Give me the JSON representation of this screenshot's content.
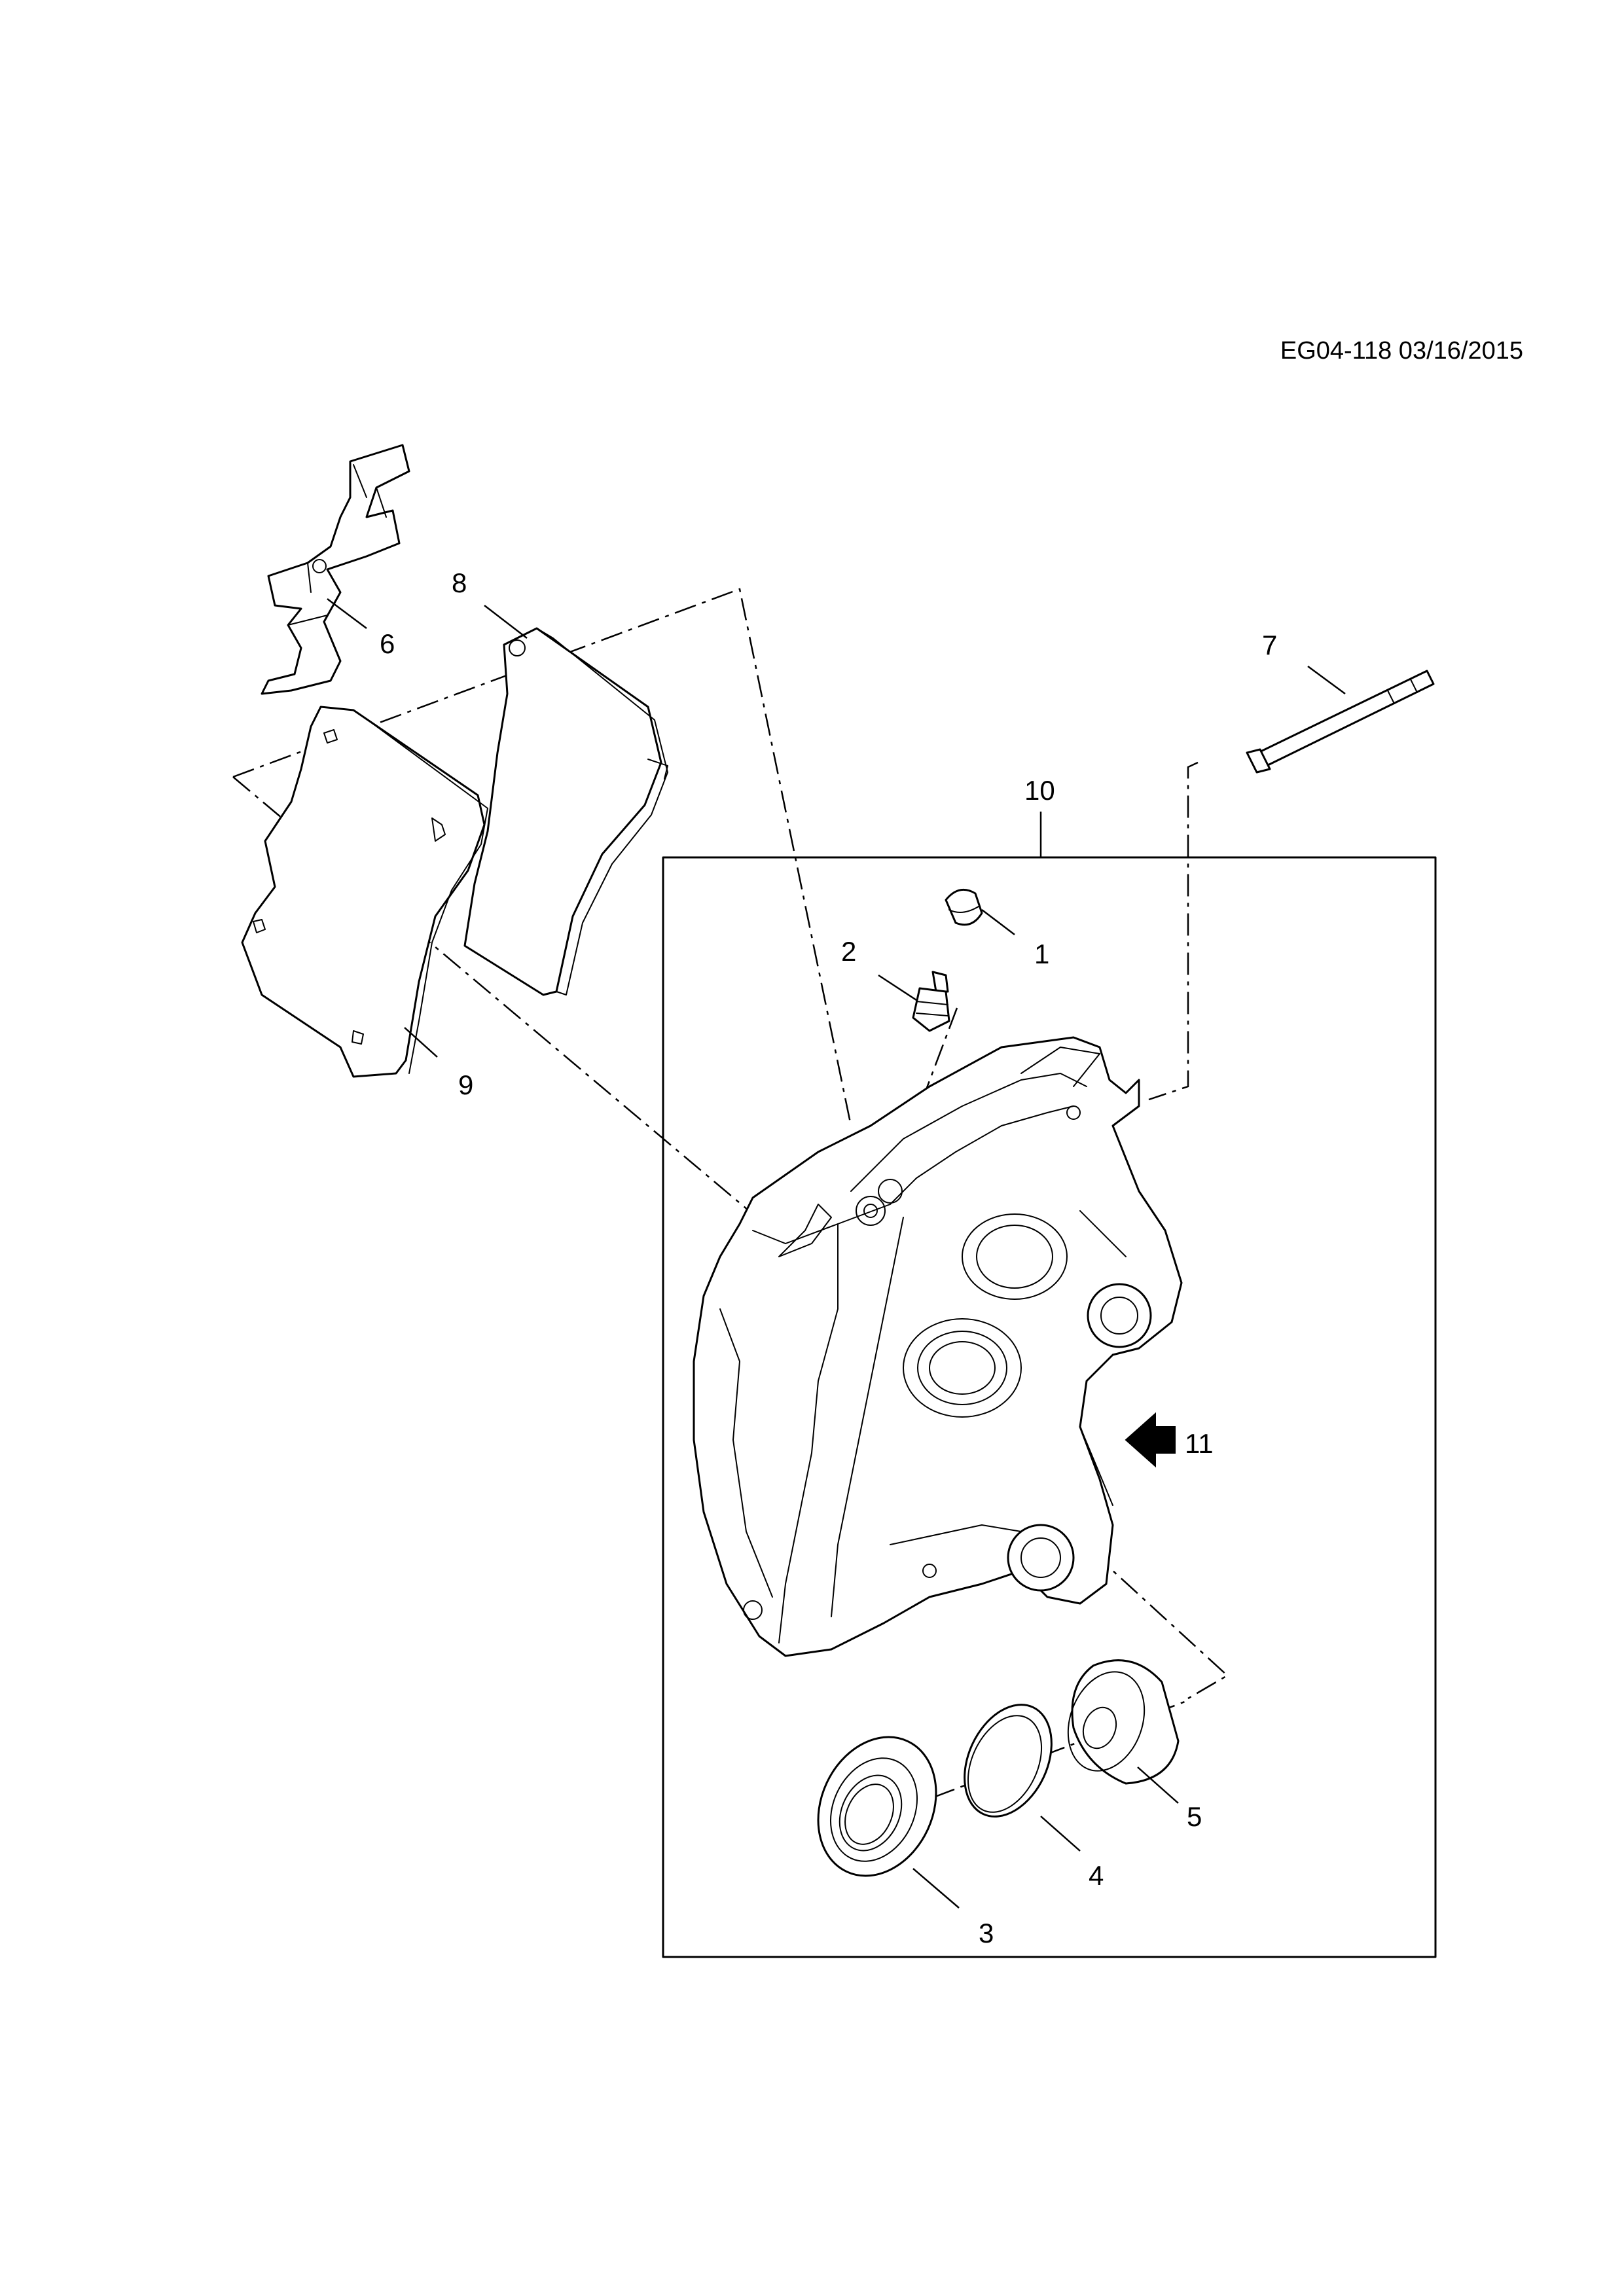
{
  "reference": "EG04-118 03/16/2015",
  "callouts": {
    "c1": "1",
    "c2": "2",
    "c3": "3",
    "c4": "4",
    "c5": "5",
    "c6": "6",
    "c7": "7",
    "c8": "8",
    "c9": "9",
    "c10": "10",
    "c11": "11"
  },
  "icons": {
    "direction_arrow": "arrow-left-icon"
  }
}
